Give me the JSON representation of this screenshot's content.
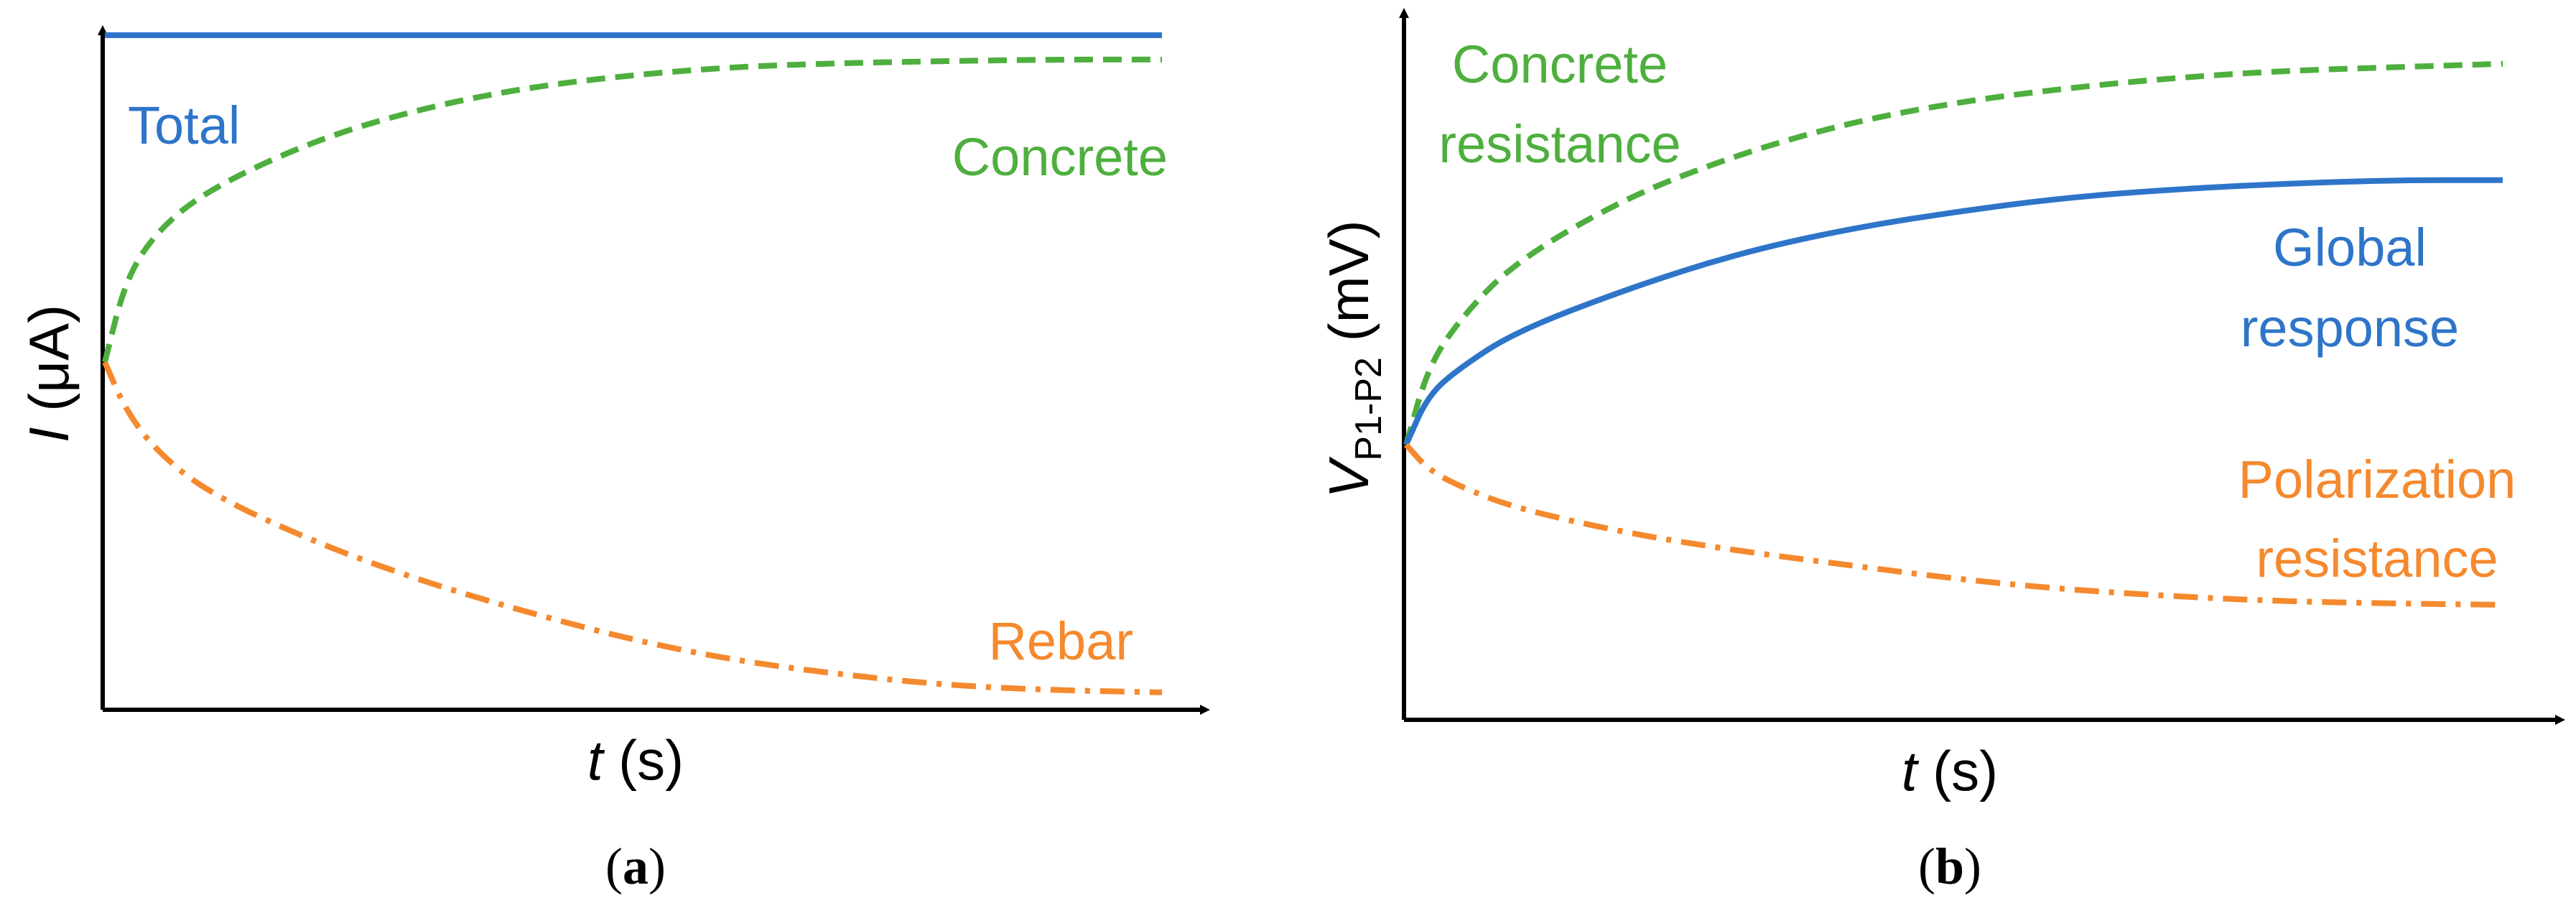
{
  "chart_data": [
    {
      "type": "line",
      "panel": "(a)",
      "caption": {
        "open": "(",
        "letter": "a",
        "close": ")"
      },
      "xlabel": {
        "var": "t",
        "unit": " (s)"
      },
      "ylabel": {
        "var": "I",
        "unit": " (μA)"
      },
      "xlim": [
        0,
        1
      ],
      "ylim": [
        0,
        1
      ],
      "grid": false,
      "series": [
        {
          "name": "Total",
          "color": "#2E75C9",
          "dash": "solid",
          "x": [
            0,
            0.5,
            1
          ],
          "y": [
            0.97,
            0.97,
            0.97
          ]
        },
        {
          "name": "Concrete",
          "color": "#4EAF3E",
          "dash": "dash",
          "x": [
            0,
            0.02,
            0.05,
            0.1,
            0.2,
            0.3,
            0.4,
            0.5,
            0.6,
            0.7,
            0.8,
            0.9,
            1.0
          ],
          "y": [
            0.5,
            0.62,
            0.69,
            0.75,
            0.82,
            0.865,
            0.895,
            0.913,
            0.925,
            0.93,
            0.933,
            0.935,
            0.935
          ]
        },
        {
          "name": "Rebar",
          "color": "#F5892E",
          "dash": "dashdot",
          "x": [
            0,
            0.02,
            0.05,
            0.1,
            0.2,
            0.3,
            0.4,
            0.5,
            0.6,
            0.7,
            0.8,
            0.9,
            1.0
          ],
          "y": [
            0.5,
            0.43,
            0.37,
            0.31,
            0.24,
            0.185,
            0.14,
            0.1,
            0.07,
            0.05,
            0.035,
            0.028,
            0.025
          ]
        }
      ]
    },
    {
      "type": "line",
      "panel": "(b)",
      "caption": {
        "open": "(",
        "letter": "b",
        "close": ")"
      },
      "xlabel": {
        "var": "t",
        "unit": " (s)"
      },
      "ylabel": {
        "var": "V",
        "sub": "P1-P2",
        "unit": " (mV)"
      },
      "xlim": [
        0,
        1
      ],
      "ylim": [
        0,
        1
      ],
      "grid": false,
      "series": [
        {
          "name": "Concrete resistance",
          "color": "#4EAF3E",
          "dash": "dash",
          "x": [
            0,
            0.02,
            0.05,
            0.1,
            0.2,
            0.3,
            0.4,
            0.5,
            0.6,
            0.7,
            0.8,
            0.9,
            1.0
          ],
          "y": [
            0.39,
            0.5,
            0.57,
            0.65,
            0.74,
            0.8,
            0.845,
            0.875,
            0.895,
            0.91,
            0.92,
            0.925,
            0.93
          ]
        },
        {
          "name": "Global response",
          "color": "#2E75C9",
          "dash": "solid",
          "x": [
            0,
            0.02,
            0.05,
            0.1,
            0.2,
            0.3,
            0.4,
            0.5,
            0.6,
            0.7,
            0.8,
            0.9,
            1.0
          ],
          "y": [
            0.39,
            0.46,
            0.5,
            0.55,
            0.61,
            0.66,
            0.695,
            0.72,
            0.74,
            0.752,
            0.76,
            0.765,
            0.765
          ]
        },
        {
          "name": "Polarization resistance",
          "color": "#F5892E",
          "dash": "dashdot",
          "x": [
            0,
            0.02,
            0.05,
            0.1,
            0.2,
            0.3,
            0.4,
            0.5,
            0.6,
            0.7,
            0.8,
            0.9,
            1.0
          ],
          "y": [
            0.39,
            0.355,
            0.33,
            0.3,
            0.265,
            0.24,
            0.22,
            0.2,
            0.185,
            0.175,
            0.168,
            0.165,
            0.163
          ]
        }
      ]
    }
  ],
  "labels": {
    "a": {
      "total": "Total",
      "concrete": "Concrete",
      "rebar": "Rebar"
    },
    "b": {
      "concrete_1": "Concrete",
      "concrete_2": "resistance",
      "global_1": "Global",
      "global_2": "response",
      "polar_1": "Polarization",
      "polar_2": "resistance"
    }
  }
}
